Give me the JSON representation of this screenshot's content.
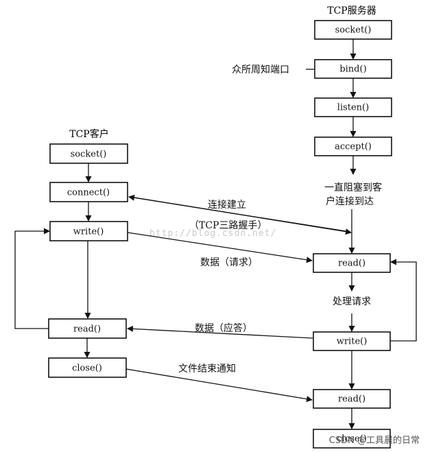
{
  "server": {
    "title": "TCP服务器",
    "socket": "socket()",
    "bind": "bind()",
    "listen": "listen()",
    "accept": "accept()",
    "read1": "read()",
    "write": "write()",
    "read2": "read()",
    "close": "close()"
  },
  "client": {
    "title": "TCP客户",
    "socket": "socket()",
    "connect": "connect()",
    "write": "write()",
    "read": "read()",
    "close": "close()"
  },
  "labels": {
    "well_known_port": "众所周知端口",
    "block_line1": "一直阻塞到客",
    "block_line2": "户连接到达",
    "connect_line1": "连接建立",
    "connect_line2": "（TCP三路握手）",
    "request": "数据（请求）",
    "process": "处理请求",
    "reply": "数据（应答）",
    "eof": "文件结束通知"
  },
  "watermark": "http://blog.csdn.net/",
  "credit": "CSDN @工具晨的日常"
}
